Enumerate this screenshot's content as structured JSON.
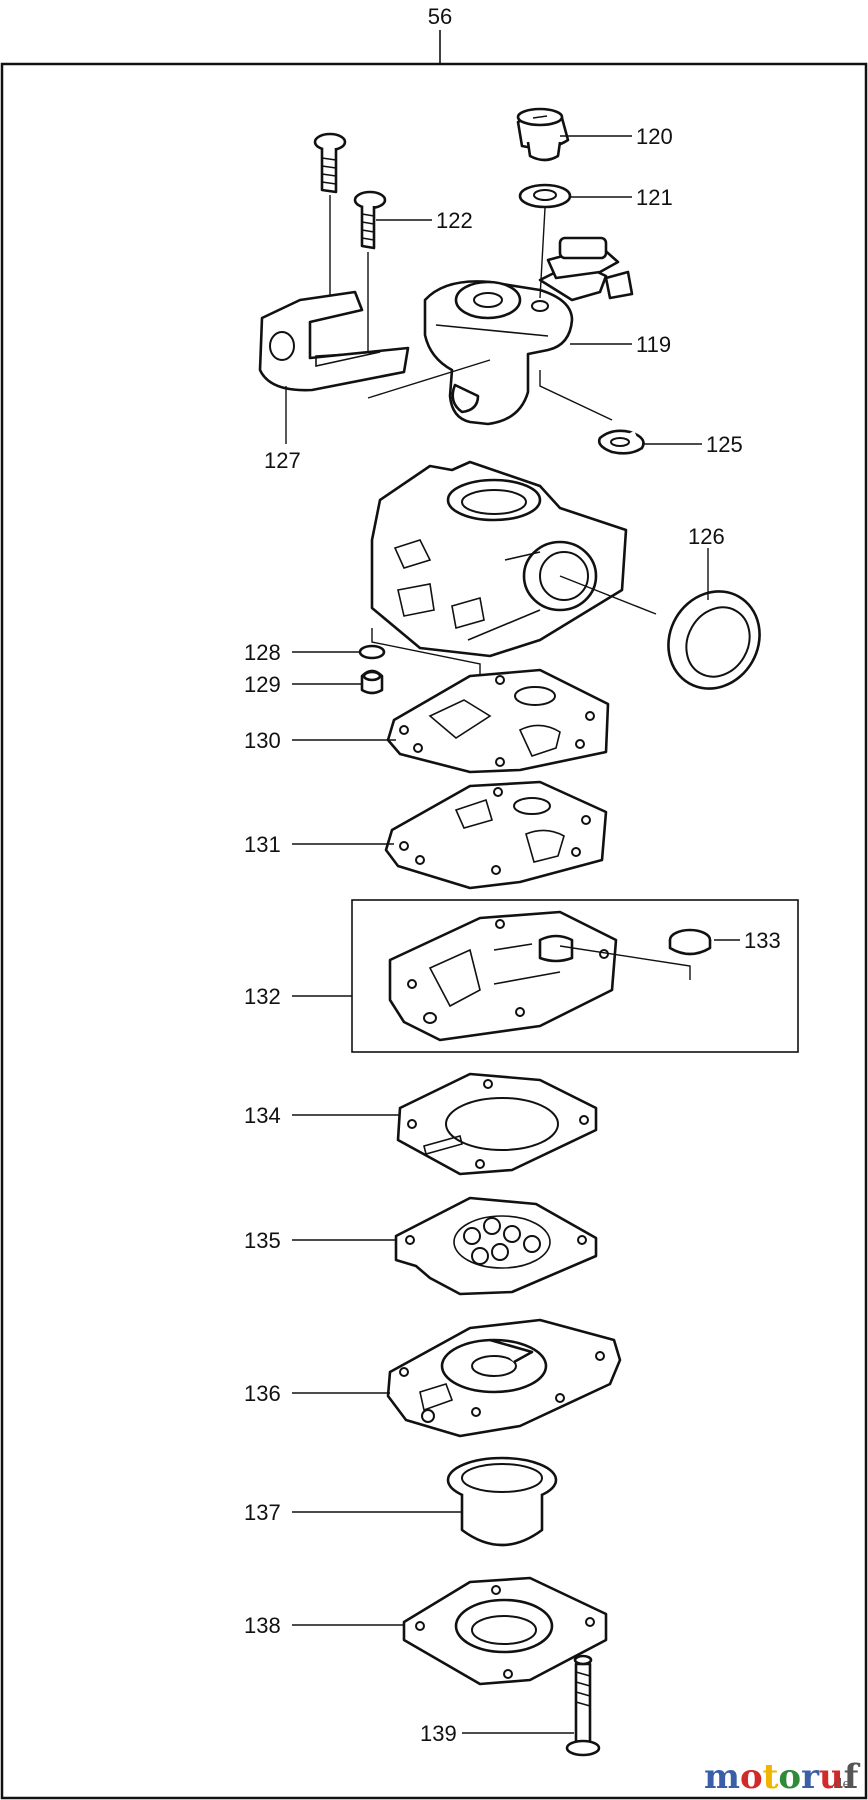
{
  "diagram": {
    "group_label": "56",
    "parts": [
      {
        "num": "120"
      },
      {
        "num": "121"
      },
      {
        "num": "122"
      },
      {
        "num": "119"
      },
      {
        "num": "125"
      },
      {
        "num": "127"
      },
      {
        "num": "126"
      },
      {
        "num": "128"
      },
      {
        "num": "129"
      },
      {
        "num": "130"
      },
      {
        "num": "131"
      },
      {
        "num": "133"
      },
      {
        "num": "132"
      },
      {
        "num": "134"
      },
      {
        "num": "135"
      },
      {
        "num": "136"
      },
      {
        "num": "137"
      },
      {
        "num": "138"
      },
      {
        "num": "139"
      }
    ]
  },
  "watermark": {
    "brand": "motoruf",
    "suffix": ".de",
    "colors": [
      "#3a5fa8",
      "#d12a2a",
      "#f0b400",
      "#2f8a3a",
      "#3a5fa8",
      "#d12a2a",
      "#555555"
    ]
  }
}
